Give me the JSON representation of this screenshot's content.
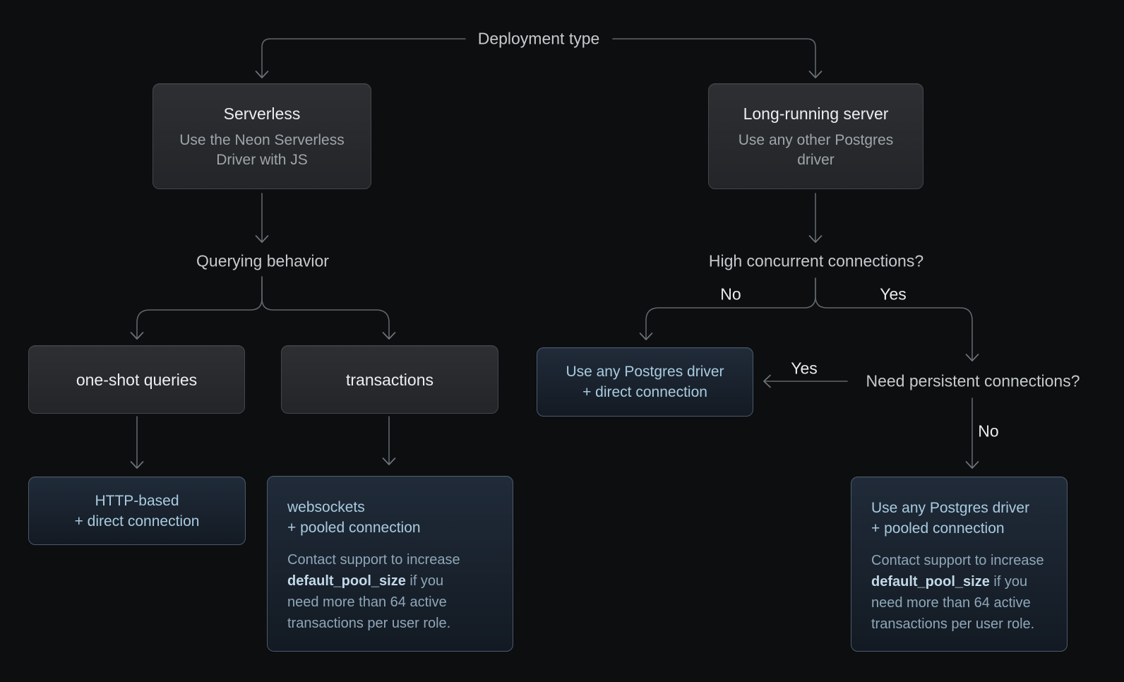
{
  "colors": {
    "bg": "#0d0e0f",
    "edge": "#5f666d",
    "arrow": "#6d747b",
    "label-text": "#c5cacd",
    "yesno-text": "#e9ebed",
    "node-title": "#eceef0",
    "node-subtitle": "#9fa5ab",
    "node-border": "#42464b",
    "node-bg-top": "#2d2f32",
    "node-bg-bottom": "#232528",
    "result-border": "#4c5a6d",
    "result-bg-top": "#202b39",
    "result-bg-bottom": "#131a23",
    "result-title": "#a9cbdf",
    "result-body": "#8ea7b8",
    "result-bold": "#c2d9e8"
  },
  "root": {
    "label": "Deployment type"
  },
  "branches": {
    "serverless": {
      "title": "Serverless",
      "subtitle": "Use the Neon Serverless Driver with JS",
      "question": "Querying behavior"
    },
    "long_running": {
      "title": "Long-running server",
      "subtitle": "Use any other Postgres driver",
      "question": "High concurrent connections?"
    }
  },
  "options": {
    "one_shot": "one-shot queries",
    "transactions": "transactions"
  },
  "questions": {
    "need_persistent": "Need persistent connections?"
  },
  "edge_labels": {
    "high_concurrent_no": "No",
    "high_concurrent_yes": "Yes",
    "persistent_yes": "Yes",
    "persistent_no": "No"
  },
  "results": {
    "http": {
      "line1": "HTTP-based",
      "line2": "+ direct connection"
    },
    "direct_driver": {
      "line1": "Use any Postgres driver",
      "line2": "+ direct connection"
    },
    "websockets": {
      "line1": "websockets",
      "line2": "+ pooled connection",
      "note": {
        "line1": "Contact support to increase",
        "line2_bold": "default_pool_size",
        "line2_rest": " if you",
        "line3": "need more than 64 active",
        "line4": "transactions per user role."
      }
    },
    "pooled_driver": {
      "line1": "Use any Postgres driver",
      "line2": "+ pooled connection",
      "note": {
        "line1": "Contact support to increase",
        "line2_bold": "default_pool_size",
        "line2_rest": " if you",
        "line3": "need more than 64 active",
        "line4": "transactions per user role."
      }
    }
  }
}
